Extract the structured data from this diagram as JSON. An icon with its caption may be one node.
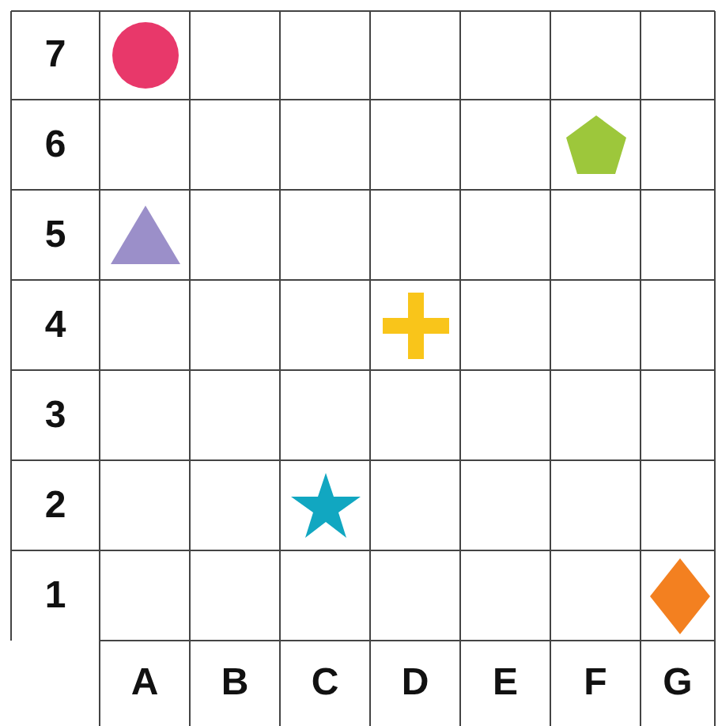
{
  "diagram": {
    "labels": [
      "7",
      "6",
      "5",
      "4",
      "3",
      "2",
      "1",
      "A",
      "B",
      "C",
      "D",
      "E",
      "F",
      "G"
    ]
  }
}
